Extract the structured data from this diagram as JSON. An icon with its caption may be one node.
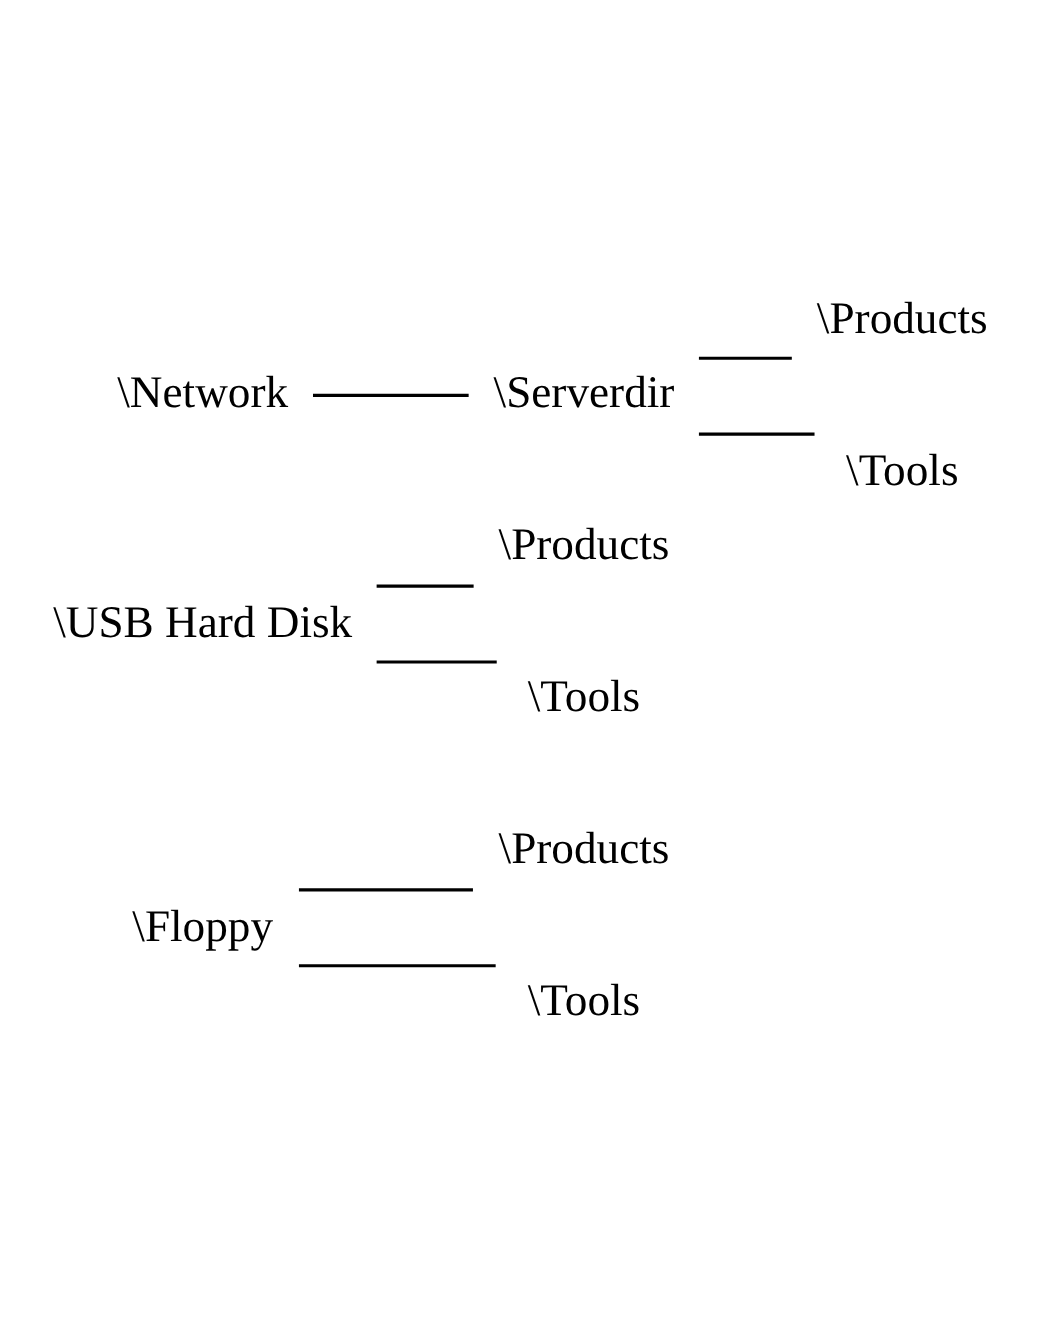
{
  "diagram": {
    "nodes": [
      {
        "text": [
          "\\Floppy"
        ]
      },
      {
        "text": [
          "\\Products"
        ]
      },
      {
        "text": [
          "\\Tools"
        ]
      },
      {
        "text": [
          "\\USB Hard Disk"
        ]
      },
      {
        "text": [
          "\\Products"
        ]
      },
      {
        "text": [
          "\\Tools"
        ]
      },
      {
        "text": [
          "\\Network"
        ]
      },
      {
        "text": [
          "\\Serverdir"
        ]
      },
      {
        "text": [
          "\\Products"
        ]
      },
      {
        "text": [
          "\\Tools"
        ]
      }
    ],
    "edges": [
      {
        "from": 0,
        "to": 1,
        "arrow": "none"
      },
      {
        "from": 0,
        "to": 2,
        "arrow": "none"
      },
      {
        "from": 3,
        "to": 4,
        "arrow": "none"
      },
      {
        "from": 3,
        "to": 5,
        "arrow": "none"
      },
      {
        "from": 6,
        "to": 7,
        "arrow": "none"
      },
      {
        "from": 7,
        "to": 8,
        "arrow": "none"
      },
      {
        "from": 7,
        "to": 9,
        "arrow": "none"
      }
    ]
  }
}
